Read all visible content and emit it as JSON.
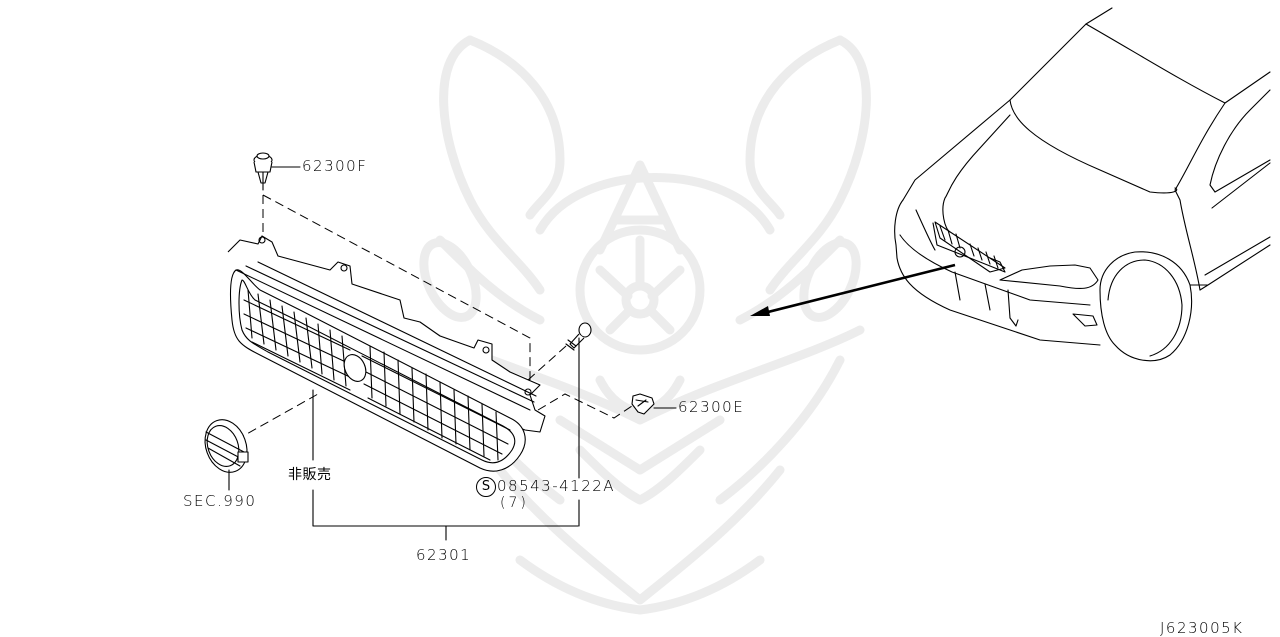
{
  "diagram": {
    "title_code": "J623005K",
    "subject": "Front grille assembly with vehicle location view",
    "watermark": "samurai-helmet-logo",
    "colors": {
      "line": "#000000",
      "background": "#ffffff",
      "watermark": "#ececec"
    },
    "callouts": [
      {
        "id": "clip-top",
        "part_number": "62300F",
        "label": "62300F"
      },
      {
        "id": "clip-side",
        "part_number": "62300E",
        "label": "62300E"
      },
      {
        "id": "screw",
        "part_number": "08543-4122A",
        "label": "08543-4122A",
        "prefix_symbol": "S",
        "quantity_label": "(7)"
      },
      {
        "id": "grille-assembly",
        "part_number": "62301",
        "label": "62301"
      },
      {
        "id": "emblem",
        "part_number": "SEC.990",
        "label": "SEC.990"
      },
      {
        "id": "not-for-sale",
        "label": "非販売"
      }
    ],
    "vehicle_view": {
      "label": "vehicle-front-location",
      "arrow_target": "grille"
    }
  }
}
